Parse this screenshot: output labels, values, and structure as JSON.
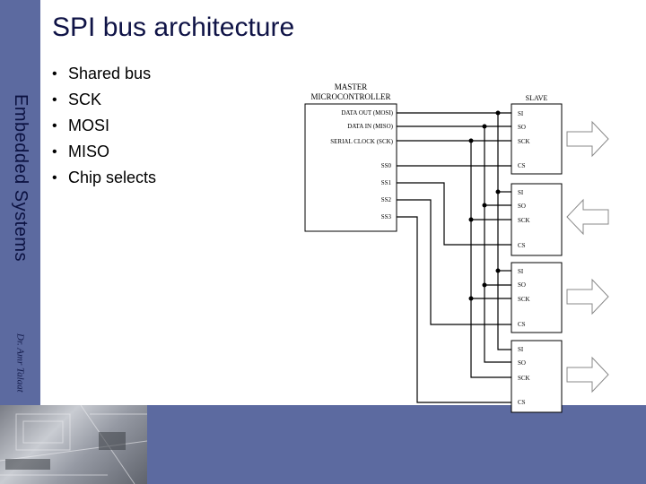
{
  "slide": {
    "title": "SPI bus architecture"
  },
  "sidebar": {
    "course_title": "Embedded Systems",
    "author": "Dr. Amr Talaat"
  },
  "bullets": [
    "Shared bus",
    "SCK",
    "MOSI",
    "MISO",
    "Chip selects"
  ],
  "bullet_glyph": "•",
  "diagram": {
    "master": {
      "title_line1": "MASTER",
      "title_line2": "MICROCONTROLLER",
      "pins": [
        "DATA OUT (MOSI)",
        "DATA IN (MISO)",
        "SERIAL CLOCK (SCK)",
        "SS0",
        "SS1",
        "SS2",
        "SS3"
      ]
    },
    "slave_heading": "SLAVE",
    "slaves": [
      {
        "pins": [
          "SI",
          "SO",
          "SCK",
          "CS"
        ]
      },
      {
        "pins": [
          "SI",
          "SO",
          "SCK",
          "CS"
        ]
      },
      {
        "pins": [
          "SI",
          "SO",
          "SCK",
          "CS"
        ]
      },
      {
        "pins": [
          "SI",
          "SO",
          "SCK",
          "CS"
        ]
      }
    ]
  },
  "colors": {
    "sidebar": "#5c6aa0",
    "title_text": "#0f1346"
  }
}
